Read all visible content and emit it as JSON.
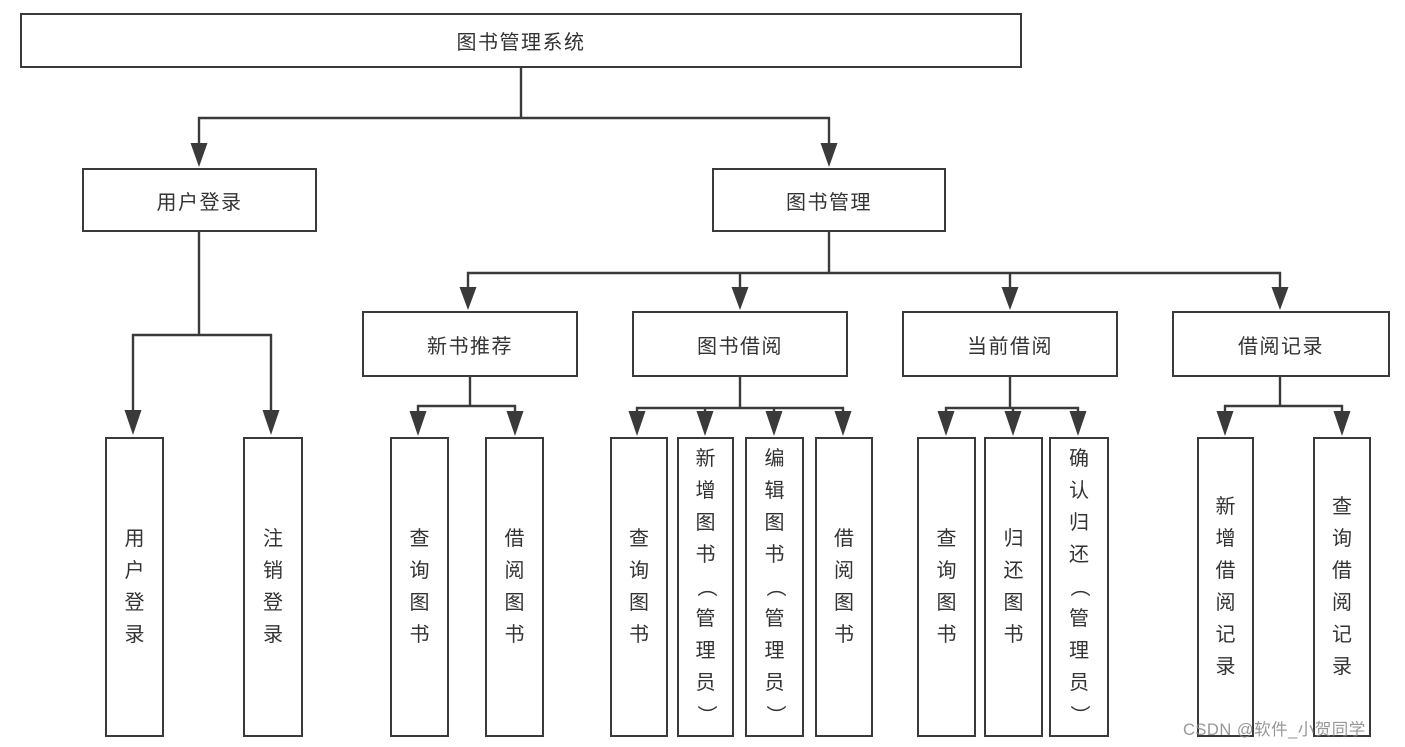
{
  "diagram": {
    "root": {
      "label": "图书管理系统"
    },
    "branches": [
      {
        "label": "用户登录",
        "children": [
          {
            "label": "用户登录"
          },
          {
            "label": "注销登录"
          }
        ]
      },
      {
        "label": "图书管理",
        "sections": [
          {
            "label": "新书推荐",
            "children": [
              {
                "label": "查询图书"
              },
              {
                "label": "借阅图书"
              }
            ]
          },
          {
            "label": "图书借阅",
            "children": [
              {
                "label": "查询图书"
              },
              {
                "label": "新增图书（管理员）"
              },
              {
                "label": "编辑图书（管理员）"
              },
              {
                "label": "借阅图书"
              }
            ]
          },
          {
            "label": "当前借阅",
            "children": [
              {
                "label": "查询图书"
              },
              {
                "label": "归还图书"
              },
              {
                "label": "确认归还（管理员）"
              }
            ]
          },
          {
            "label": "借阅记录",
            "children": [
              {
                "label": "新增借阅记录"
              },
              {
                "label": "查询借阅记录"
              }
            ]
          }
        ]
      }
    ]
  },
  "watermark": {
    "label": "CSDN @软件_小贺同学",
    "color": "#868686"
  },
  "colors": {
    "line": "#3a3a3a",
    "text": "#333333",
    "box_background": "#ffffff",
    "page_background": "#ffffff"
  }
}
